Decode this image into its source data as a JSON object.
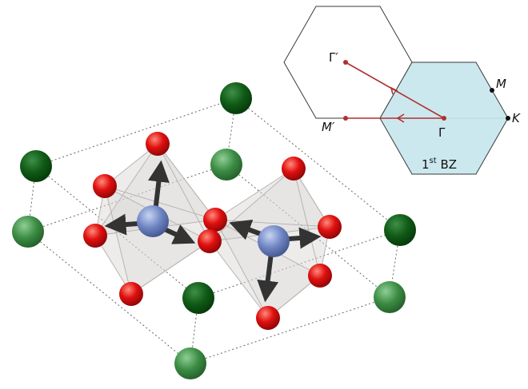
{
  "brillouin_zone": {
    "labels": {
      "gamma_prime": "Γ′",
      "gamma": "Γ",
      "m_prime": "M′",
      "m": "M",
      "k": "K",
      "bz_prefix": "1",
      "bz_superscript": "st",
      "bz_suffix": " BZ"
    },
    "colors": {
      "zone_fill": "#cce8ef",
      "path": "#b03030",
      "outline": "#3a3a3a"
    }
  },
  "crystal": {
    "colors": {
      "dark_green_atom": "#0f5a16",
      "light_green_atom": "#3c8c44",
      "red_atom": "#e01010",
      "blue_atom": "#6f86c4",
      "octahedron": "#d8d4d2",
      "arrow": "#333333"
    }
  }
}
